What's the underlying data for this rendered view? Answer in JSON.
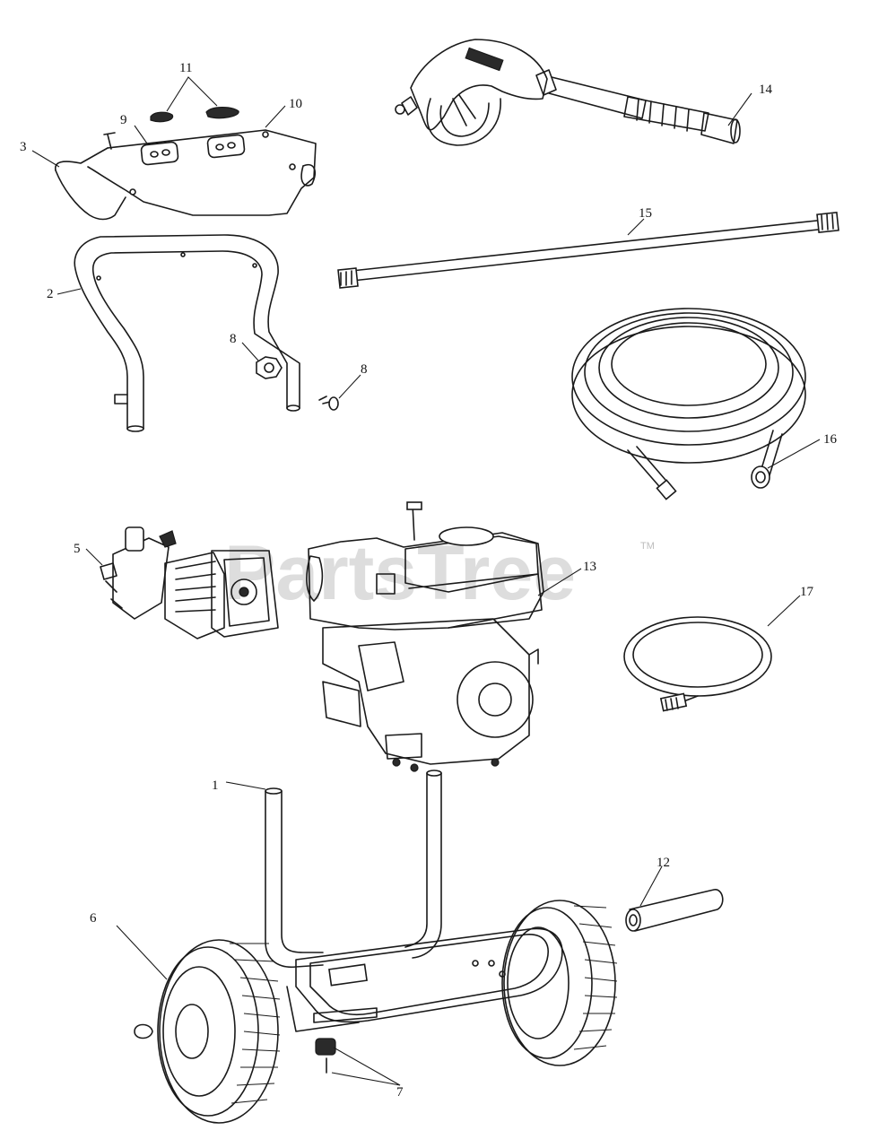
{
  "diagram": {
    "watermark": "PartsTree",
    "trademark": "TM",
    "callouts": {
      "c1": "1",
      "c2": "2",
      "c3": "3",
      "c5": "5",
      "c6": "6",
      "c7": "7",
      "c8a": "8",
      "c8b": "8",
      "c9": "9",
      "c10": "10",
      "c11": "11",
      "c12": "12",
      "c13": "13",
      "c14": "14",
      "c15": "15",
      "c16": "16",
      "c17": "17"
    }
  }
}
